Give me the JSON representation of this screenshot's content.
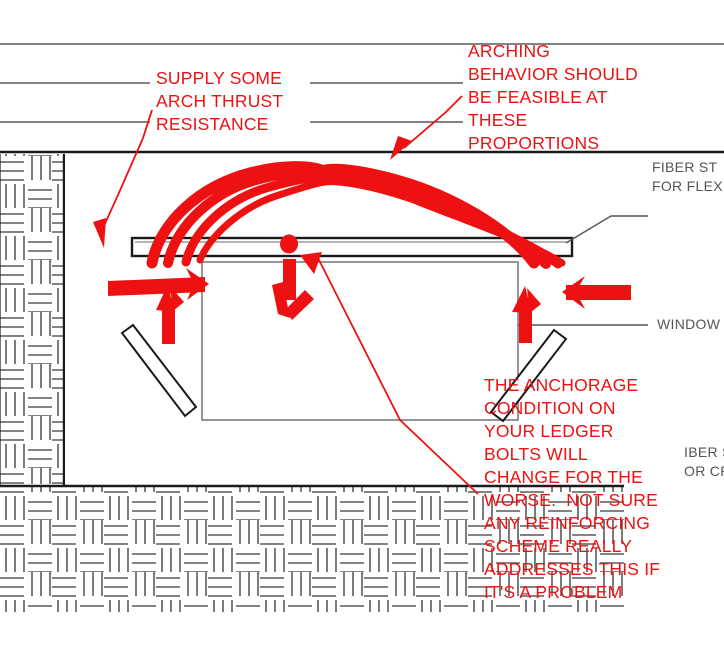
{
  "drawing": {
    "title": "Masonry wall section with window opening — redline markup",
    "colors": {
      "redline": "#ee1111",
      "linework": "#555555",
      "heavy_line": "#222222",
      "background": "#ffffff"
    }
  },
  "annotations": {
    "supply_thrust": {
      "lines": [
        "SUPPLY SOME",
        "ARCH THRUST",
        "RESISTANCE"
      ],
      "text": "SUPPLY SOME ARCH THRUST RESISTANCE"
    },
    "arching": {
      "lines": [
        "ARCHING",
        "BEHAVIOR SHOULD",
        "BE FEASIBLE AT",
        "THESE",
        "PROPORTIONS"
      ],
      "text": "ARCHING BEHAVIOR SHOULD BE FEASIBLE AT THESE PROPORTIONS"
    },
    "anchorage": {
      "lines": [
        "THE ANCHORAGE",
        "CONDITION ON",
        "YOUR LEDGER",
        "BOLTS WILL",
        "CHANGE FOR THE",
        "WORSE.  NOT SURE",
        "ANY REINFORCING",
        "SCHEME REALLY",
        "ADDRESSES THIS IF",
        "IT'S A PROBLEM"
      ],
      "text": "THE ANCHORAGE CONDITION ON YOUR LEDGER BOLTS WILL CHANGE FOR THE WORSE. NOT SURE ANY REINFORCING SCHEME REALLY ADDRESSES THIS IF IT'S A PROBLEM"
    }
  },
  "drawing_labels": {
    "fiber_strap_upper": {
      "lines": [
        "FIBER ST",
        "FOR FLEX"
      ],
      "text": "FIBER ST FOR FLEX"
    },
    "window": {
      "text": "WINDOW"
    },
    "fiber_strap_lower": {
      "lines": [
        "IBER S",
        "OR CR"
      ],
      "text": "IBER S OR CR"
    }
  },
  "elements": {
    "arch_sketch_name": "red-arch-thrust-line",
    "lintel_name": "lintel-beam",
    "window_opening_name": "window-opening",
    "left_brace_name": "diagonal-strap-left",
    "right_brace_name": "diagonal-strap-right",
    "wall_hatch_name": "masonry-basketweave-hatch",
    "load_dot_name": "point-load-dot"
  }
}
